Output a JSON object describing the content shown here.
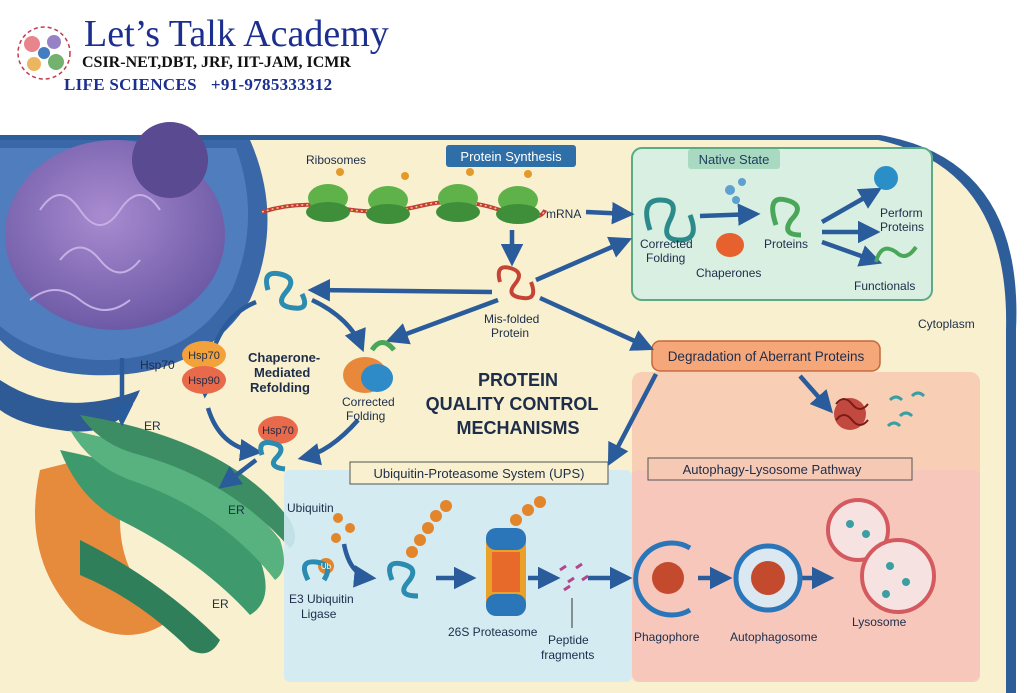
{
  "brand": {
    "title": "Let’s Talk Academy",
    "subtitle": "CSIR-NET,DBT, JRF, IIT-JAM, ICMR",
    "life": "LIFE SCIENCES",
    "phone": "+91-9785333312"
  },
  "diagram": {
    "title_line1": "PROTEIN",
    "title_line2": "QUALITY CONTROL",
    "title_line3": "MECHANISMS",
    "synthesis": {
      "box": "Protein Synthesis",
      "ribosomes": "Ribosomes",
      "mrna": "mRNA"
    },
    "native": {
      "box": "Native State",
      "corrected_folding": "Corrected Folding",
      "chaperones": "Chaperones",
      "proteins": "Proteins",
      "perform": "Perform Proteins",
      "functionals": "Functionals"
    },
    "cytoplasm": "Cytoplasm",
    "misfolded": "Mis-folded Protein",
    "refolding": {
      "hsp70_left": "Hsp70",
      "hsp70_chip": "Hsp70",
      "hsp90_chip": "Hsp90",
      "hsp70_bottom": "Hsp70",
      "title": "Chaperone-Mediated Refolding",
      "corrected": "Corrected Folding"
    },
    "er_labels": [
      "ER",
      "ER",
      "ER"
    ],
    "degradation": "Degradation of Aberrant Proteins",
    "ups": {
      "box": "Ubiquitin-Proteasome System (UPS)",
      "ubiquitin": "Ubiquitin",
      "ub": "Ub",
      "e3": "E3 Ubiquitin Ligase",
      "proteasome": "26S Proteasome",
      "peptide": "Peptide fragments"
    },
    "autophagy": {
      "box": "Autophagy-Lysosome Pathway",
      "phagophore": "Phagophore",
      "autophagosome": "Autophagosome",
      "lysosome": "Lysosome"
    }
  }
}
